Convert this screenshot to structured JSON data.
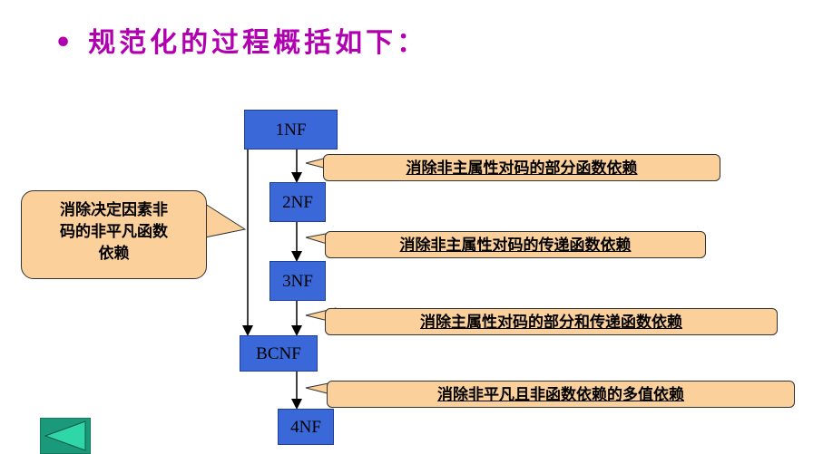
{
  "title": {
    "bullet": "•",
    "text": "规范化的过程概括如下："
  },
  "forms": {
    "nf1": "1NF",
    "nf2": "2NF",
    "nf3": "3NF",
    "bcnf": "BCNF",
    "nf4": "4NF"
  },
  "callouts": {
    "c1": "消除非主属性对码的部分函数依赖",
    "c2": "消除非主属性对码的传递函数依赖",
    "c3": "消除主属性对码的部分和传递函数依赖",
    "c4": "消除非平凡且非函数依赖的多值依赖",
    "side_line1": "消除决定因素非",
    "side_line2": "码的非平凡函数",
    "side_line3": "依赖"
  },
  "colors": {
    "title": "#b000b0",
    "box": "#3b68d8",
    "callout": "#fbd09a",
    "nav_button": "#1a9a7a"
  },
  "nav": {
    "icon": "back-triangle-icon"
  }
}
